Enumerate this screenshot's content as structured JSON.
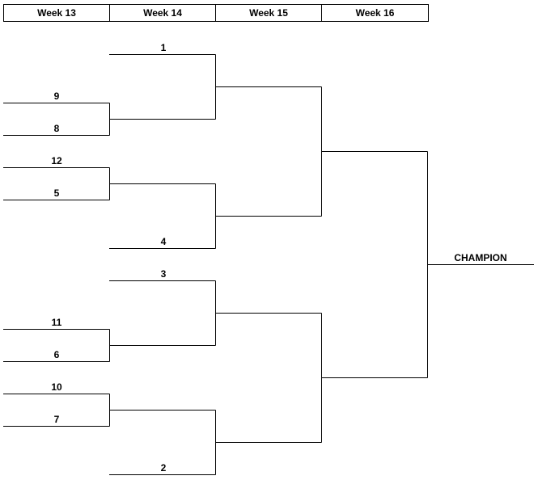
{
  "header": {
    "weeks": [
      "Week 13",
      "Week 14",
      "Week 15",
      "Week 16"
    ]
  },
  "bracket": {
    "seeds": {
      "s1": "1",
      "s9": "9",
      "s8": "8",
      "s12": "12",
      "s5": "5",
      "s4": "4",
      "s3": "3",
      "s11": "11",
      "s6": "6",
      "s10": "10",
      "s7": "7",
      "s2": "2"
    },
    "champion_label": "CHAMPION"
  }
}
